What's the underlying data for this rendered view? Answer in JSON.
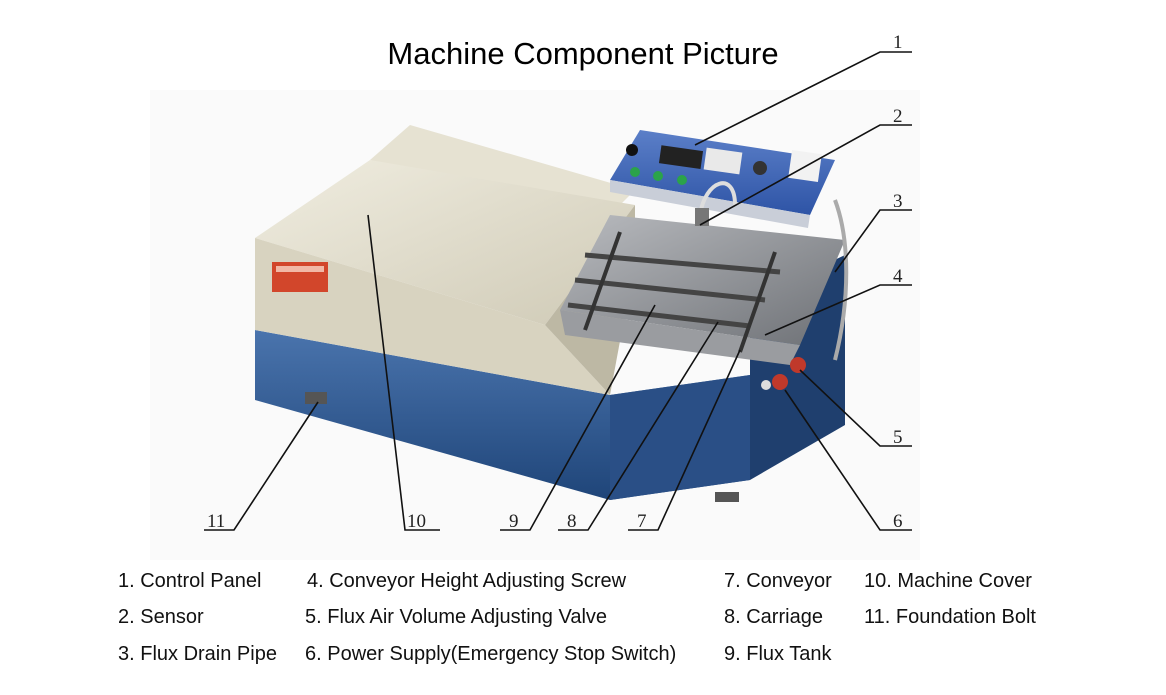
{
  "title": "Machine Component Picture",
  "callouts": [
    {
      "id": "1",
      "label": "1"
    },
    {
      "id": "2",
      "label": "2"
    },
    {
      "id": "3",
      "label": "3"
    },
    {
      "id": "4",
      "label": "4"
    },
    {
      "id": "5",
      "label": "5"
    },
    {
      "id": "6",
      "label": "6"
    },
    {
      "id": "7",
      "label": "7"
    },
    {
      "id": "8",
      "label": "8"
    },
    {
      "id": "9",
      "label": "9"
    },
    {
      "id": "10",
      "label": "10"
    },
    {
      "id": "11",
      "label": "11"
    }
  ],
  "legend": [
    {
      "text": "1. Control Panel"
    },
    {
      "text": "2. Sensor"
    },
    {
      "text": "3. Flux Drain Pipe"
    },
    {
      "text": "4. Conveyor Height Adjusting Screw"
    },
    {
      "text": "5. Flux Air Volume Adjusting Valve"
    },
    {
      "text": "6. Power Supply(Emergency Stop Switch)"
    },
    {
      "text": "7. Conveyor"
    },
    {
      "text": "8. Carriage"
    },
    {
      "text": "9. Flux Tank"
    },
    {
      "text": "10. Machine Cover"
    },
    {
      "text": "11. Foundation Bolt"
    }
  ],
  "colors": {
    "machine_base": "#2f5a94",
    "machine_cover": "#ddd9c6",
    "control_panel": "#3f66b8",
    "steel": "#8a8c90"
  }
}
